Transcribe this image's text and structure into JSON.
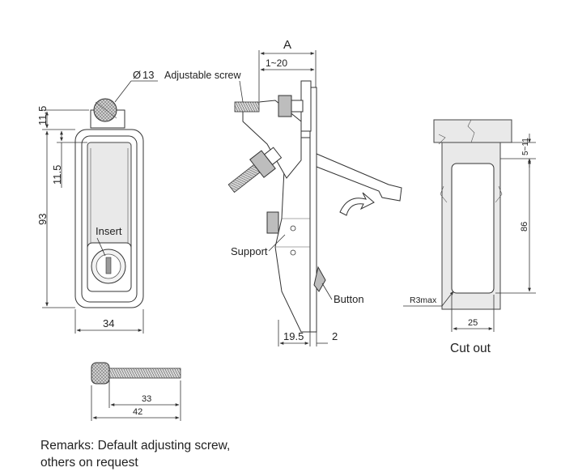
{
  "dimensions": {
    "front_top": "11.5",
    "front_second": "11.5",
    "front_height": "93",
    "front_width": "34",
    "knob_diameter": "13",
    "side_a": "A",
    "side_range": "1~20",
    "side_bottom_left": "19.5",
    "side_bottom_right": "2",
    "screw_thread": "33",
    "screw_total": "42",
    "cutout_height": "86",
    "cutout_offset": "5~11",
    "cutout_radius": "R3max",
    "cutout_width": "25"
  },
  "labels": {
    "adjustable_screw": "Adjustable screw",
    "insert": "Insert",
    "support": "Support",
    "button": "Button",
    "cut_out": "Cut out",
    "diameter_symbol": "Ø"
  },
  "remarks": {
    "line1": "Remarks: Default adjusting screw,",
    "line2": "others on request"
  }
}
